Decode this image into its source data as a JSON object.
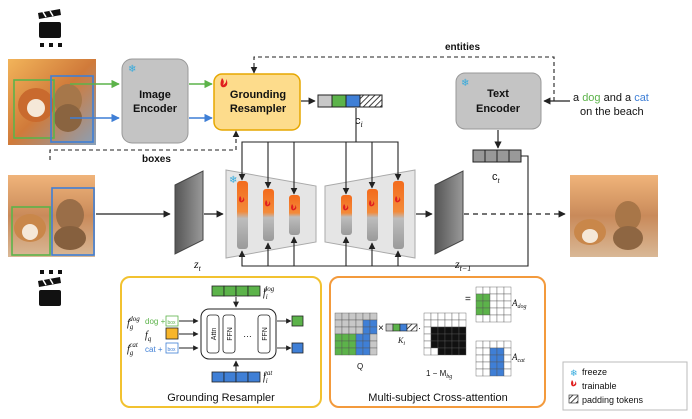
{
  "image_encoder": {
    "line1": "Image",
    "line2": "Encoder"
  },
  "grounding_resampler": {
    "line1": "Grounding",
    "line2": "Resampler"
  },
  "text_encoder": {
    "line1": "Text",
    "line2": "Encoder"
  },
  "entities_label": "entities",
  "boxes_label": "boxes",
  "prompt": {
    "line1_words": [
      "a ",
      "dog",
      " and a ",
      "cat"
    ],
    "line2": "on the beach"
  },
  "ci_label": "c",
  "ci_sub": "i",
  "ct_label": "c",
  "ct_sub": "t",
  "zt_label": "z",
  "zt_sub": "t",
  "zt1_label": "z",
  "zt1_sub": "t−1",
  "gr_panel": {
    "title": "Grounding Resampler",
    "f_dog": "f",
    "f_dog_sub": "g",
    "f_dog_sup": "dog",
    "f_q": "f",
    "f_q_sub": "q",
    "f_cat": "f",
    "f_cat_sub": "g",
    "f_cat_sup": "cat",
    "dog_word": "dog +",
    "cat_word": "cat +",
    "box_word": "box",
    "attn": "Attn",
    "ffn": "FFN",
    "dots": "…",
    "fi_dog": "f",
    "fi_dog_sub": "i",
    "fi_dog_sup": "dog",
    "fi_cat": "f",
    "fi_cat_sub": "i",
    "fi_cat_sup": "cat"
  },
  "msca_panel": {
    "title": "Multi-subject Cross-attention",
    "q_label": "Q",
    "k_label": "K",
    "k_sub": "i",
    "times": "×",
    "mask_label": "1 − M",
    "mask_sub": "bg",
    "equals": "=",
    "a_dog": "A",
    "a_dog_sub": "dog",
    "a_cat": "A",
    "a_cat_sub": "cat"
  },
  "legend": {
    "freeze": "freeze",
    "trainable": "trainable",
    "padding": "padding tokens"
  },
  "colors": {
    "green": "#5cb34a",
    "blue": "#3f7fd6",
    "orange": "#f07c1e",
    "yellow_box": "#fddc8c",
    "yellow_border": "#e6a700",
    "gray_box": "#c8c8c8",
    "freeze": "#33aadd",
    "trainable": "#e02020",
    "panel_orange": "#f39a3c",
    "panel_yellow": "#f2c230"
  }
}
